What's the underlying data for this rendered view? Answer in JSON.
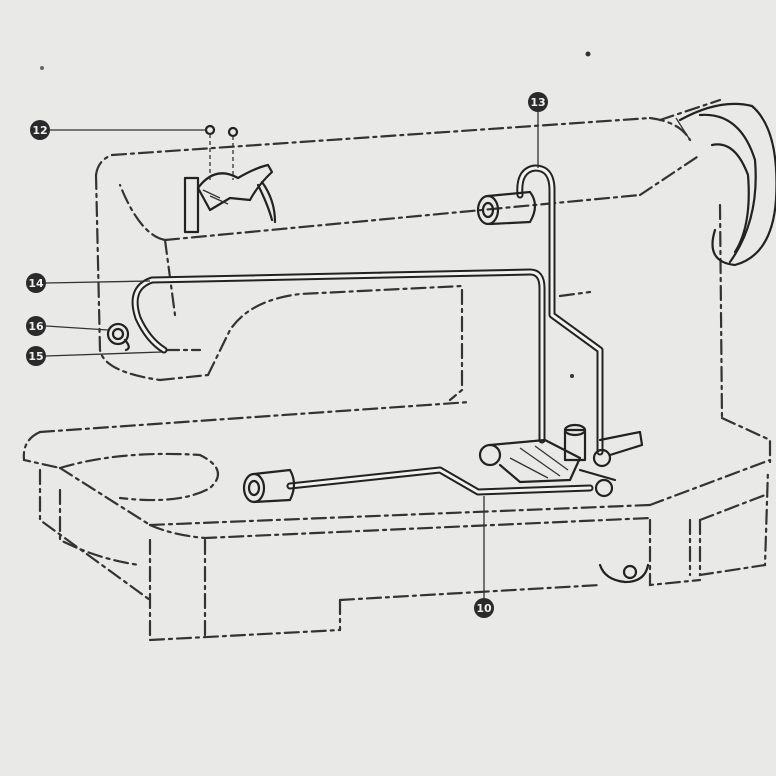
{
  "callouts": [
    {
      "id": "c12",
      "label": "12"
    },
    {
      "id": "c13",
      "label": "13"
    },
    {
      "id": "c14",
      "label": "14"
    },
    {
      "id": "c16",
      "label": "16"
    },
    {
      "id": "c15",
      "label": "15"
    },
    {
      "id": "c10",
      "label": "10"
    }
  ]
}
